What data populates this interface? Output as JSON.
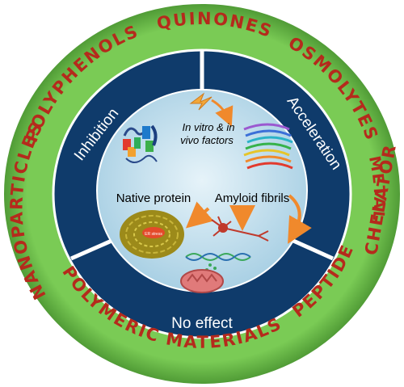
{
  "colors": {
    "outer_ring": "#6cc14a",
    "outer_ring_edge": "#4f9a35",
    "ring_text": "#b52a1c",
    "sector_blue": "#0f3b6b",
    "divider": "#ffffff",
    "center_bg": "#c8e3f0",
    "sector_text": "#ffffff",
    "center_text": "#000000",
    "curve_arrow": "#f0892c"
  },
  "outer_ring": {
    "labels": [
      "POLYPHENOLS",
      "QUINONES",
      "OSMOLYTES",
      "METAL",
      "CHELATOR",
      "PEPTIDES",
      "POLYMERIC MATERIALS",
      "NANOPARTICLES"
    ]
  },
  "sectors": {
    "inhibition": "Inhibition",
    "acceleration": "Acceleration",
    "no_effect": "No effect"
  },
  "center": {
    "factors_line1": "In vitro & in",
    "factors_line2": "vivo factors",
    "native_protein": "Native protein",
    "amyloid_fibrils": "Amyloid fibrils",
    "er_stress": "ER stress",
    "icons": [
      "native-protein-icon",
      "amyloid-fibril-icon",
      "cell-icon",
      "neuron-icon",
      "dna-icon",
      "mitochondrion-icon",
      "lightning-arrow-icon"
    ]
  }
}
